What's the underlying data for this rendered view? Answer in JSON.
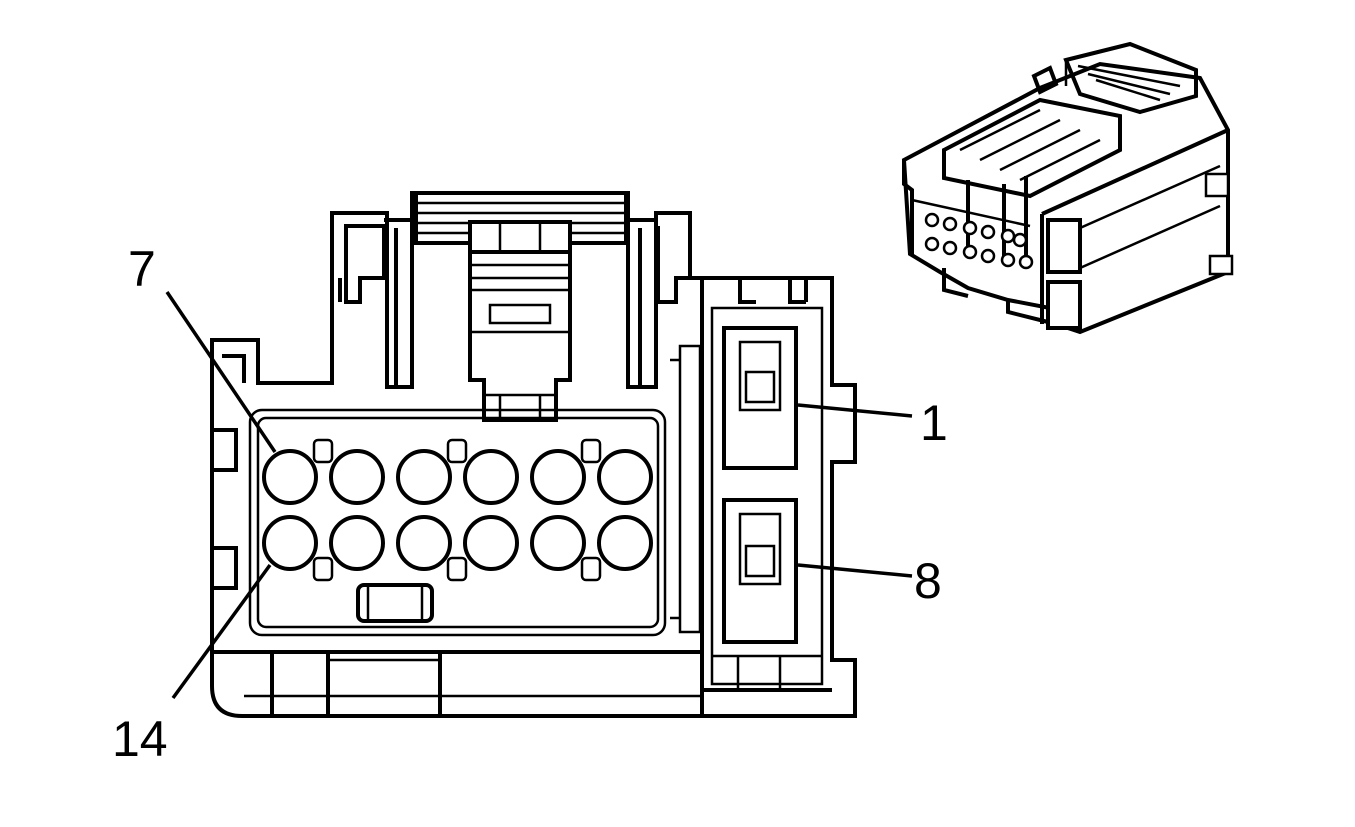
{
  "diagram": {
    "pin_labels": {
      "pin_1": "1",
      "pin_7": "7",
      "pin_8": "8",
      "pin_14": "14"
    },
    "face_view": {
      "cavity_rows": 2,
      "cavities_per_row": 6
    },
    "colors": {
      "line": "#000000",
      "background": "#ffffff"
    }
  }
}
